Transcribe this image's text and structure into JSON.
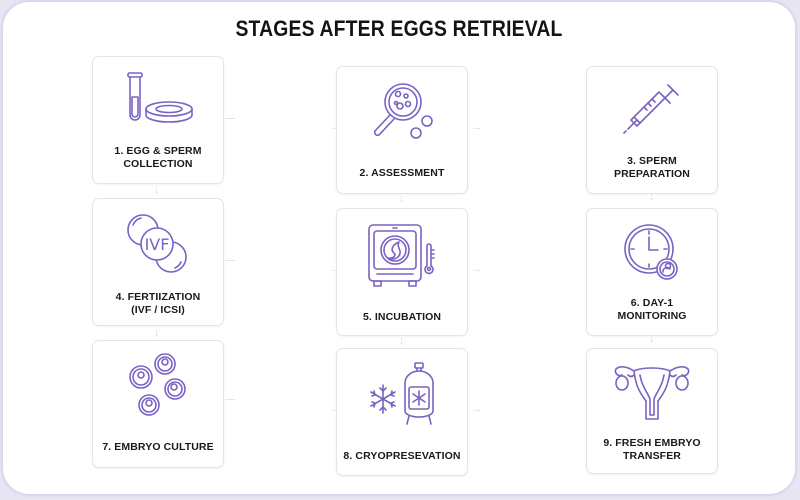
{
  "title": "STAGES AFTER EGGS RETRIEVAL",
  "accent_color": "#7a62c4",
  "stages": [
    {
      "number": 1,
      "label_line1": "1. EGG & SPERM",
      "label_line2": "COLLECTION",
      "icon": "test-tube-petri-dish-icon"
    },
    {
      "number": 2,
      "label_line1": "2. ASSESSMENT",
      "label_line2": "",
      "icon": "magnifier-cells-icon"
    },
    {
      "number": 3,
      "label_line1": "3. SPERM",
      "label_line2": "PREPARATION",
      "icon": "syringe-icon"
    },
    {
      "number": 4,
      "label_line1": "4. FERTIIZATION",
      "label_line2": "(IVF / ICSI)",
      "icon": "ivf-circles-icon"
    },
    {
      "number": 5,
      "label_line1": "5. INCUBATION",
      "label_line2": "",
      "icon": "incubator-thermometer-icon"
    },
    {
      "number": 6,
      "label_line1": "6. DAY-1",
      "label_line2": "MONITORING",
      "icon": "clock-cell-icon"
    },
    {
      "number": 7,
      "label_line1": "7. EMBRYO CULTURE",
      "label_line2": "",
      "icon": "embryo-cells-icon"
    },
    {
      "number": 8,
      "label_line1": "8. CRYOPRESEVATION",
      "label_line2": "",
      "icon": "snowflake-tank-icon"
    },
    {
      "number": 9,
      "label_line1": "9. FRESH EMBRYO",
      "label_line2": "TRANSFER",
      "icon": "uterus-icon"
    }
  ]
}
